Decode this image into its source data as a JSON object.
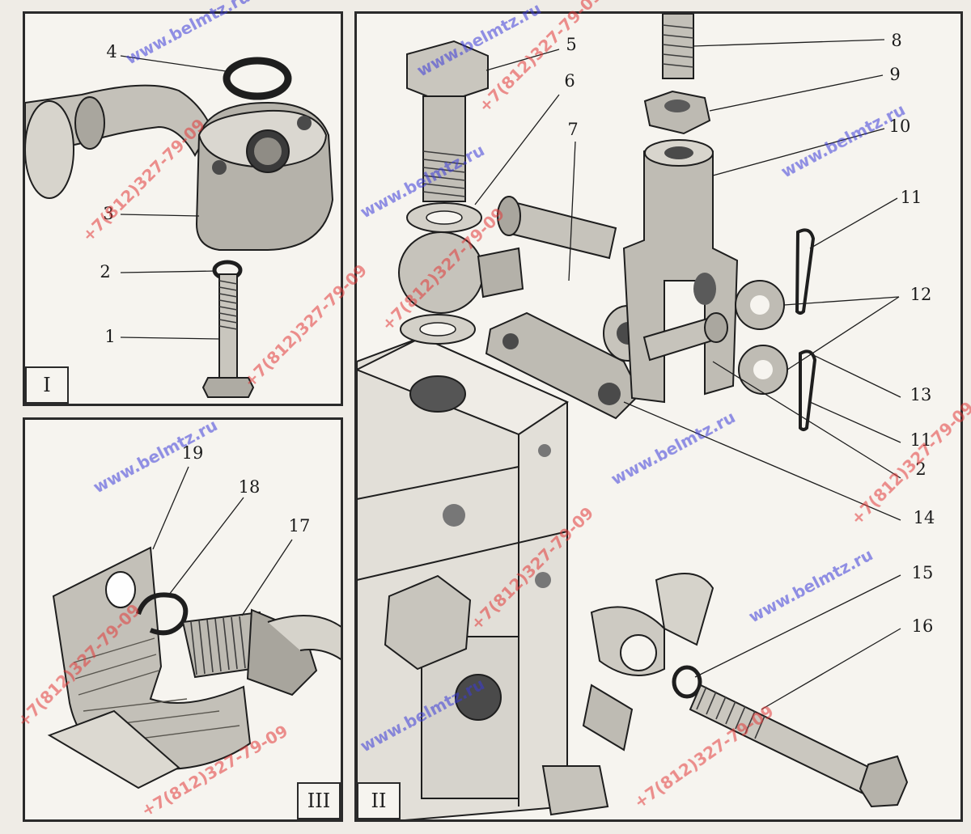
{
  "panels": {
    "panel_1": {
      "tag": "I"
    },
    "panel_2": {
      "tag": "II"
    },
    "panel_3": {
      "tag": "III"
    }
  },
  "callouts": [
    {
      "id": "c4",
      "text": "4"
    },
    {
      "id": "c3",
      "text": "3"
    },
    {
      "id": "c2a",
      "text": "2"
    },
    {
      "id": "c1",
      "text": "1"
    },
    {
      "id": "c5",
      "text": "5"
    },
    {
      "id": "c6",
      "text": "6"
    },
    {
      "id": "c7",
      "text": "7"
    },
    {
      "id": "c8",
      "text": "8"
    },
    {
      "id": "c9",
      "text": "9"
    },
    {
      "id": "c10",
      "text": "10"
    },
    {
      "id": "c11a",
      "text": "11"
    },
    {
      "id": "c12",
      "text": "12"
    },
    {
      "id": "c13",
      "text": "13"
    },
    {
      "id": "c11b",
      "text": "11"
    },
    {
      "id": "c2b",
      "text": "2"
    },
    {
      "id": "c14",
      "text": "14"
    },
    {
      "id": "c15",
      "text": "15"
    },
    {
      "id": "c16",
      "text": "16"
    },
    {
      "id": "c19",
      "text": "19"
    },
    {
      "id": "c18",
      "text": "18"
    },
    {
      "id": "c17",
      "text": "17"
    }
  ],
  "watermarks": {
    "site": "www.belmtz.ru",
    "phone": "+7(812)327-79-09",
    "color": "#3b3bd9",
    "color_phone": "#e23a3a"
  },
  "colors": {
    "line": "#1e1e1e",
    "metal": "#b9b6ae",
    "metal_dark": "#6f6c66",
    "metal_light": "#dedbd4"
  }
}
